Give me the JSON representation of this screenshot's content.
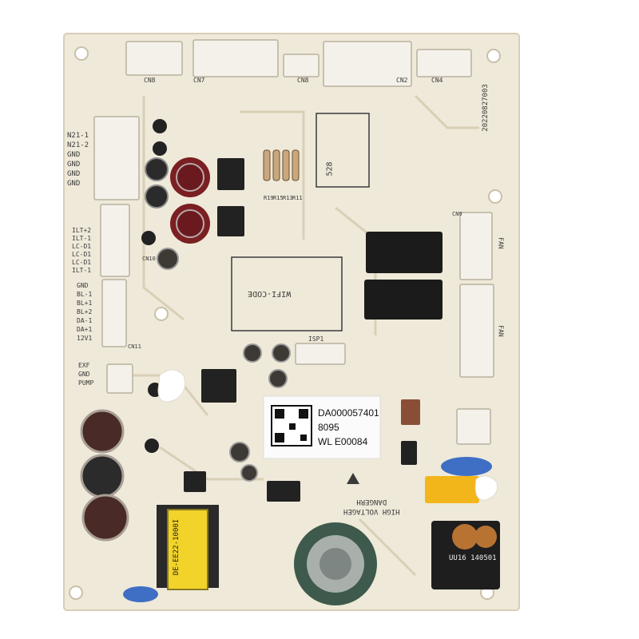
{
  "colors": {
    "board": "#efe9d9",
    "board_edge": "#e3dcc8",
    "silk": "#3a3a3a",
    "connector": "#f4f1ea",
    "relay": "#1a1a1a",
    "cap_red": "#7a1f22",
    "cap_dark": "#2b2b2b",
    "cap_green": "#3d5a4c",
    "transformer": "#f1d32a",
    "blue_cap": "#3f6fc4",
    "orange_cap": "#f2b51a"
  },
  "label_sticker": {
    "line1": "DA000057401",
    "line2": "8095",
    "line3": "WL E00084"
  },
  "left_labels": [
    "N21-1",
    "N21-2",
    "GND",
    "GND",
    "GND",
    "GND"
  ],
  "left_labels_2": [
    "ILT+2",
    "ILT-1",
    "LC-D1",
    "LC-D1",
    "LC-D1",
    "ILT-1"
  ],
  "left_labels_3": [
    "GND",
    "BL-1",
    "BL+1",
    "BL+2",
    "DA-1",
    "DA+1",
    "12V1"
  ],
  "pump_labels": [
    "EXF",
    "GND",
    "PUMP"
  ],
  "silk_top": [
    "CN8",
    "CN7",
    "CN8",
    "CN2",
    "CN4"
  ],
  "wifi_box": "WIFI-CODE",
  "warning": [
    "HIGH VOLTAGEH",
    "DANGERH"
  ],
  "transformer_text": "DE-EE22-1000I",
  "side_code": "20220827003",
  "choke_text": "UU16 140501",
  "stamp_text": "528",
  "cn_labels": [
    "CN9",
    "CN10",
    "CN11",
    "FAN",
    "FAN"
  ],
  "isp_label": "ISP1",
  "resistor_labels": [
    "R19",
    "R15",
    "R13",
    "R11"
  ]
}
